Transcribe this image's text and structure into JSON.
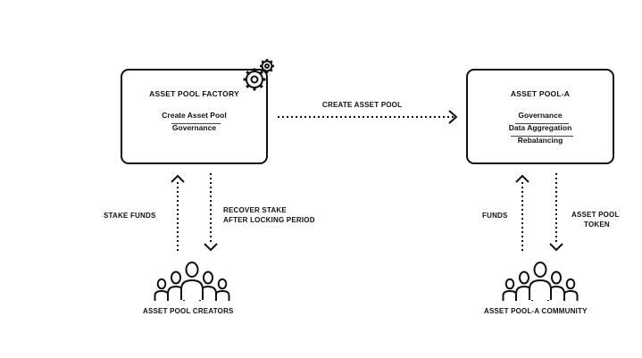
{
  "factory": {
    "title": "ASSET POOL FACTORY",
    "items": [
      "Create Asset Pool",
      "Governance"
    ]
  },
  "pool": {
    "title": "ASSET POOL-A",
    "items": [
      "Governance",
      "Data Aggregation",
      "Rebalancing"
    ]
  },
  "flow": {
    "create_label": "CREATE ASSET POOL",
    "stake_label": "STAKE FUNDS",
    "recover_line1": "RECOVER STAKE",
    "recover_line2": "AFTER LOCKING PERIOD",
    "funds_label": "FUNDS",
    "token_line1": "ASSET POOL",
    "token_line2": "TOKEN"
  },
  "groups": {
    "creators": "ASSET POOL CREATORS",
    "community": "ASSET POOL-A COMMUNITY"
  },
  "icons": {
    "gears": "gears-icon",
    "people": "people-group-icon"
  }
}
